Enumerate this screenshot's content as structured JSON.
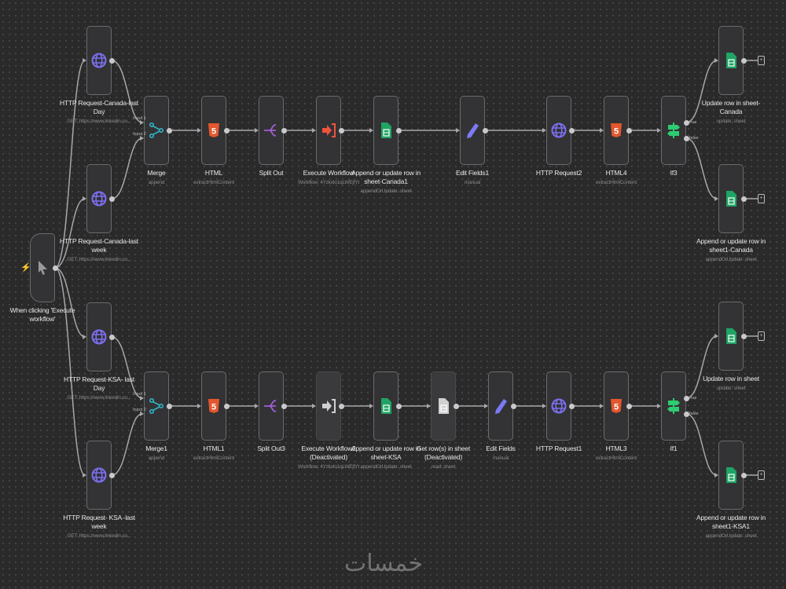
{
  "canvas": {
    "watermark": "خمسات"
  },
  "colors": {
    "globe": "#7c6ff0",
    "merge": "#2fb4c6",
    "html": "#e4572e",
    "split": "#a05fd6",
    "exec": "#f0533c",
    "sheets": "#1fa463",
    "pencil": "#7b7bf7",
    "if": "#2ecc71",
    "cursor": "#9a9a9e",
    "disabled": "#cfcfcf"
  },
  "nodes": [
    {
      "id": "trigger",
      "type": "cursor",
      "title": "When clicking 'Execute workflow'",
      "sub": ""
    },
    {
      "id": "hcd",
      "type": "globe",
      "title": "HTTP Request-Canada-last Day",
      "sub": "GET: https://www.linkedin.co..."
    },
    {
      "id": "hcw",
      "type": "globe",
      "title": "HTTP Request-Canada-last week",
      "sub": "GET: https://www.linkedin.co..."
    },
    {
      "id": "merge",
      "type": "merge",
      "title": "Merge",
      "sub": "append"
    },
    {
      "id": "html",
      "type": "html",
      "title": "HTML",
      "sub": "extractHtmlContent"
    },
    {
      "id": "split",
      "type": "split",
      "title": "Split Out",
      "sub": ""
    },
    {
      "id": "exec",
      "type": "exec",
      "title": "Execute Workflow",
      "sub": "Workflow: 4Yzkxlo1qLWEjfYt"
    },
    {
      "id": "appc",
      "type": "sheets",
      "title": "Append or update row in sheet-Canada1",
      "sub": "appendOrUpdate: sheet"
    },
    {
      "id": "edit1",
      "type": "pencil",
      "title": "Edit Fields1",
      "sub": "manual"
    },
    {
      "id": "http2",
      "type": "globe",
      "title": "HTTP Request2",
      "sub": ""
    },
    {
      "id": "html4",
      "type": "html",
      "title": "HTML4",
      "sub": "extractHtmlContent"
    },
    {
      "id": "if3",
      "type": "if",
      "title": "If3",
      "sub": ""
    },
    {
      "id": "updc",
      "type": "sheets",
      "title": "Update row in sheet-Canada",
      "sub": "update: sheet"
    },
    {
      "id": "app1c",
      "type": "sheets",
      "title": "Append or update row in sheet1-Canada",
      "sub": "appendOrUpdate: sheet"
    },
    {
      "id": "hkd",
      "type": "globe",
      "title": "HTTP Request-KSA- last Day",
      "sub": "GET: https://www.linkedin.co..."
    },
    {
      "id": "hkw",
      "type": "globe",
      "title": "HTTP Request- KSA -last week",
      "sub": "GET: https://www.linkedin.co..."
    },
    {
      "id": "merge1",
      "type": "merge",
      "title": "Merge1",
      "sub": "append"
    },
    {
      "id": "html1",
      "type": "html",
      "title": "HTML1",
      "sub": "extractHtmlContent"
    },
    {
      "id": "split3",
      "type": "split",
      "title": "Split Out3",
      "sub": ""
    },
    {
      "id": "exec2",
      "type": "exec",
      "title": "Execute Workflow2 (Deactivated)",
      "sub": "Workflow: 4Yzkxlo1qLWEjfYt",
      "disabled": true
    },
    {
      "id": "appk",
      "type": "sheets",
      "title": "Append or update row in sheet-KSA",
      "sub": "appendOrUpdate: sheet"
    },
    {
      "id": "getrows",
      "type": "sheets",
      "title": "Get row(s) in sheet (Deactivated)",
      "sub": "read: sheet",
      "disabled": true
    },
    {
      "id": "edit",
      "type": "pencil",
      "title": "Edit Fields",
      "sub": "manual"
    },
    {
      "id": "http1",
      "type": "globe",
      "title": "HTTP Request1",
      "sub": ""
    },
    {
      "id": "html3",
      "type": "html",
      "title": "HTML3",
      "sub": "extractHtmlContent"
    },
    {
      "id": "if1",
      "type": "if",
      "title": "If1",
      "sub": ""
    },
    {
      "id": "updk",
      "type": "sheets",
      "title": "Update row in sheet",
      "sub": "update: sheet"
    },
    {
      "id": "app1k",
      "type": "sheets",
      "title": "Append or update row in sheet1-KSA1",
      "sub": "appendOrUpdate: sheet"
    }
  ],
  "port_labels": {
    "input1": "Input 1",
    "input2": "Input 2",
    "true": "true",
    "false": "false"
  },
  "edges": [
    [
      "trigger",
      "hcd"
    ],
    [
      "trigger",
      "hcw"
    ],
    [
      "trigger",
      "hkd"
    ],
    [
      "trigger",
      "hkw"
    ],
    [
      "hcd",
      "merge",
      1
    ],
    [
      "hcw",
      "merge",
      2
    ],
    [
      "merge",
      "html"
    ],
    [
      "html",
      "split"
    ],
    [
      "split",
      "exec"
    ],
    [
      "exec",
      "appc"
    ],
    [
      "appc",
      "edit1"
    ],
    [
      "edit1",
      "http2"
    ],
    [
      "http2",
      "html4"
    ],
    [
      "html4",
      "if3"
    ],
    [
      "if3",
      "updc",
      "t"
    ],
    [
      "if3",
      "app1c",
      "f"
    ],
    [
      "hkd",
      "merge1",
      1
    ],
    [
      "hkw",
      "merge1",
      2
    ],
    [
      "merge1",
      "html1"
    ],
    [
      "html1",
      "split3"
    ],
    [
      "split3",
      "exec2"
    ],
    [
      "exec2",
      "appk"
    ],
    [
      "appk",
      "getrows"
    ],
    [
      "getrows",
      "edit"
    ],
    [
      "edit",
      "http1"
    ],
    [
      "http1",
      "html3"
    ],
    [
      "html3",
      "if1"
    ],
    [
      "if1",
      "updk",
      "t"
    ],
    [
      "if1",
      "app1k",
      "f"
    ]
  ]
}
